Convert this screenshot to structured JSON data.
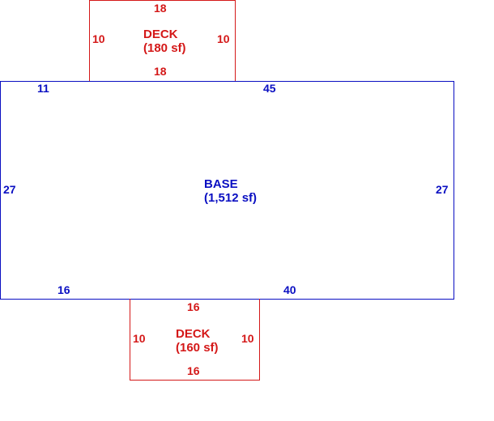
{
  "deck_top": {
    "name": "DECK",
    "area": "(180 sf)",
    "dims": {
      "top": "18",
      "left": "10",
      "right": "10",
      "bottom": "18"
    }
  },
  "base": {
    "name": "BASE",
    "area": "(1,512 sf)",
    "dims": {
      "top_left": "11",
      "top_right": "45",
      "left": "27",
      "right": "27",
      "bottom_left": "16",
      "bottom_right": "40"
    }
  },
  "deck_bottom": {
    "name": "DECK",
    "area": "(160 sf)",
    "dims": {
      "top": "16",
      "left": "10",
      "right": "10",
      "bottom": "16"
    }
  },
  "colors": {
    "base": "#0a0fc2",
    "deck": "#d41818"
  }
}
